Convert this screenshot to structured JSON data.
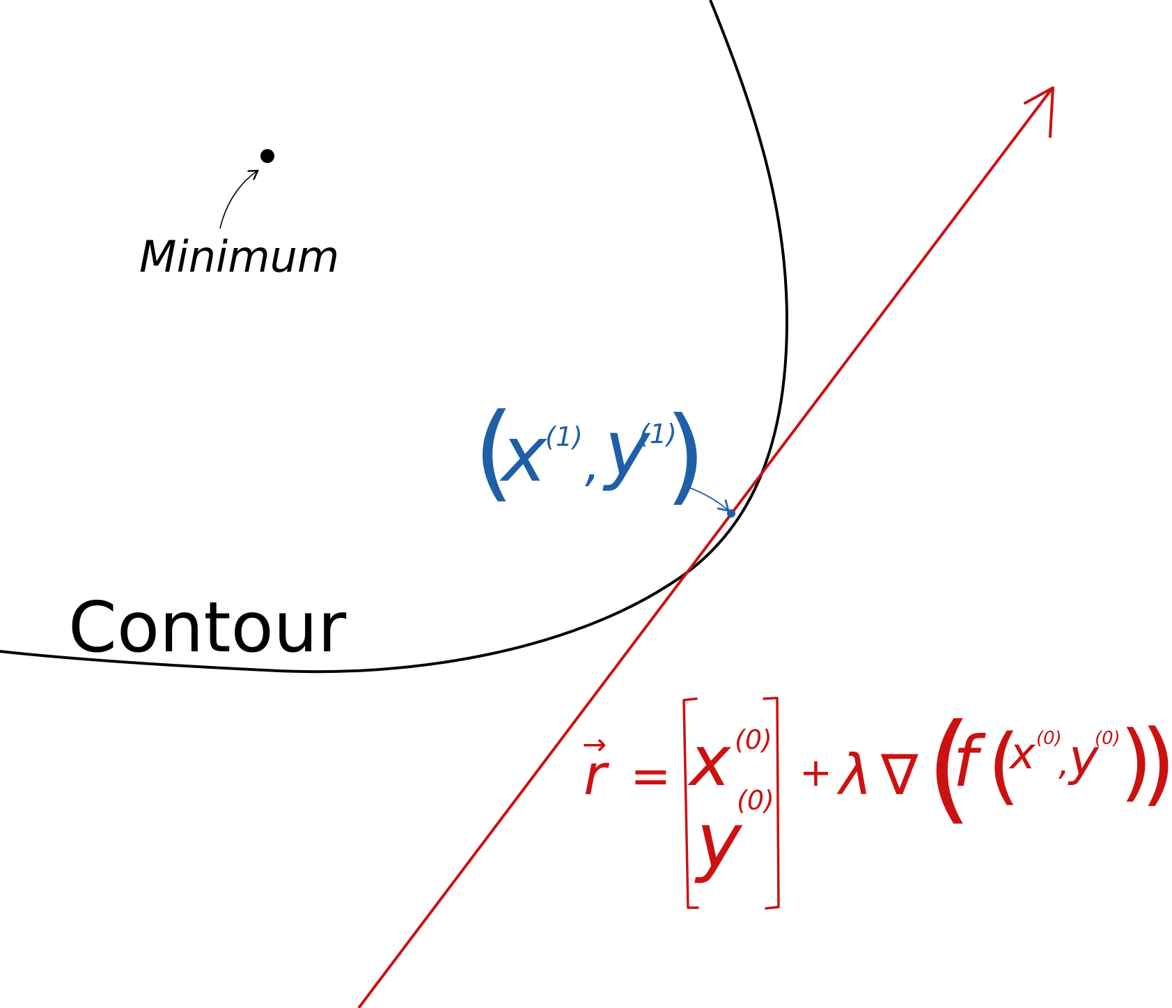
{
  "labels": {
    "minimum": "Minimum",
    "contour": "Contour"
  },
  "point_label": {
    "open": "(",
    "x": "x",
    "x_sup": "(1)",
    "comma": ",",
    "y": "y",
    "y_sup": "(1)",
    "close": ")"
  },
  "equation": {
    "lhs": "r",
    "vec_arrow": "→",
    "equals": "=",
    "vector_top": "x",
    "vector_top_sup": "(0)",
    "vector_bottom": "y",
    "vector_bottom_sup": "(0)",
    "plus": "+",
    "lambda": "λ",
    "nabla": "∇",
    "open_outer": "(",
    "f": "f",
    "open_inner": "(",
    "arg_x": "x",
    "arg_x_sup": "(0)",
    "arg_comma": ",",
    "arg_y": "y",
    "arg_y_sup": "(0)",
    "close_inner": ")",
    "close_outer": ")"
  },
  "colors": {
    "contour": "#000000",
    "ray": "#cc1111",
    "point": "#1f5fa8",
    "equation": "#cc1111",
    "ink": "#000000"
  }
}
